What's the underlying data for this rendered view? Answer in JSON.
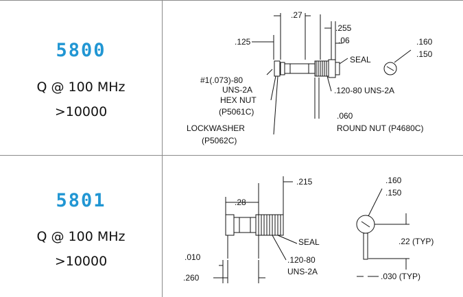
{
  "rows": [
    {
      "model": "5800",
      "q_label": "Q @ 100 MHz",
      "q_value": ">10000",
      "dims": {
        "d1": ".27",
        "d2": ".255",
        "d3": ".125",
        "d4": ".06",
        "seal": "SEAL",
        "dia_top": ".160",
        "dia_bot": ".150",
        "thread1": "#1(.073)-80",
        "thread1b": "UNS-2A",
        "thread2": ".120-80 UNS-2A",
        "hex_nut": "HEX NUT",
        "hex_part": "(P5061C)",
        "lock": "LOCKWASHER",
        "lock_part": "(P5062C)",
        "d5": ".060",
        "round_nut": "ROUND NUT (P4680C)"
      }
    },
    {
      "model": "5801",
      "q_label": "Q @ 100 MHz",
      "q_value": ">10000",
      "dims": {
        "d1": ".215",
        "d2": ".28",
        "seal": "SEAL",
        "thread": ".120-80",
        "thread_b": "UNS-2A",
        "d3": ".010",
        "d4": ".260",
        "dia_top": ".160",
        "dia_bot": ".150",
        "typ1": ".22 (TYP)",
        "typ2": ".030 (TYP)"
      }
    }
  ]
}
